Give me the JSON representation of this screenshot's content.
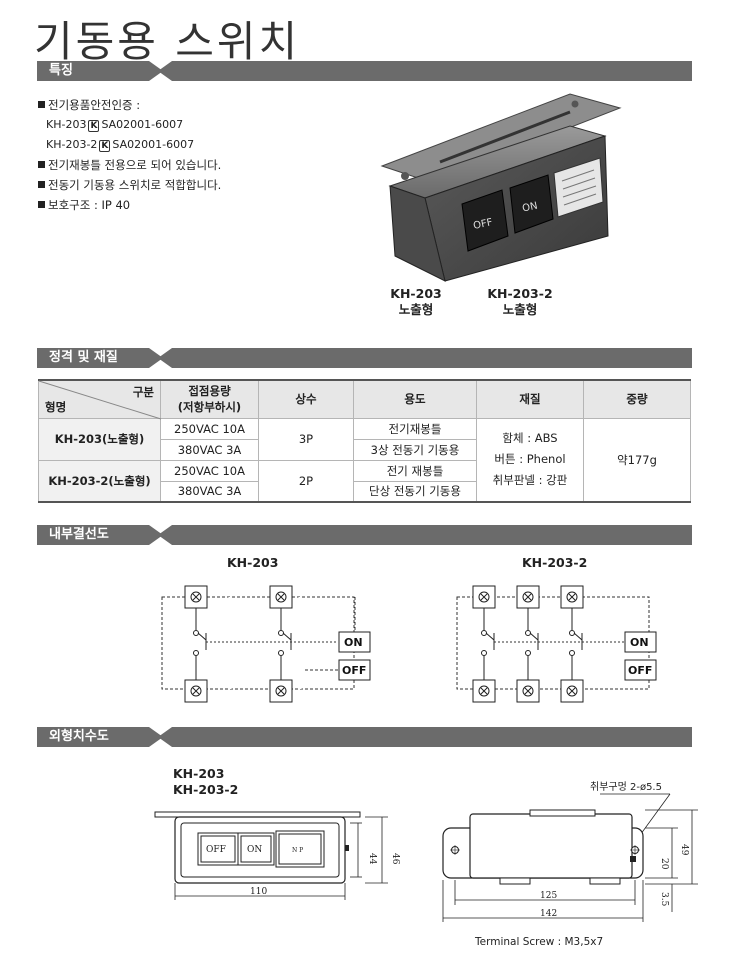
{
  "page_title": "기동용 스위치",
  "sections": {
    "features": "특징",
    "ratings": "정격 및 재질",
    "wiring": "내부결선도",
    "dimensions": "외형치수도"
  },
  "features": {
    "cert_label": "전기용품안전인증 :",
    "cert_lines": [
      {
        "model": "KH-203",
        "mark": "K",
        "code": "SA02001-6007"
      },
      {
        "model": "KH-203-2",
        "mark": "K",
        "code": "SA02001-6007"
      }
    ],
    "items": [
      "전기재봉틀 전용으로 되어 있습니다.",
      "전동기 기동용 스위치로 적합합니다.",
      "보호구조 : IP 40"
    ]
  },
  "product": {
    "off_label": "OFF",
    "on_label": "ON",
    "captions": [
      {
        "model": "KH-203",
        "type": "노출형"
      },
      {
        "model": "KH-203-2",
        "type": "노출형"
      }
    ]
  },
  "spec_table": {
    "header_corner_top": "구분",
    "header_corner_bottom": "형명",
    "headers": [
      "접점용량\n(저항부하시)",
      "상수",
      "용도",
      "재질",
      "중량"
    ],
    "header_capacity_line1": "접점용량",
    "header_capacity_line2": "(저항부하시)",
    "rows": [
      {
        "model": "KH-203(노출형)",
        "capacity": [
          "250VAC 10A",
          "380VAC 3A"
        ],
        "phase": "3P",
        "usage": [
          "전기재봉틀",
          "3상 전동기 기동용"
        ]
      },
      {
        "model": "KH-203-2(노출형)",
        "capacity": [
          "250VAC 10A",
          "380VAC 3A"
        ],
        "phase": "2P",
        "usage": [
          "전기 재봉틀",
          "단상 전동기 기동용"
        ]
      }
    ],
    "material": [
      "함체 : ABS",
      "버튼 : Phenol",
      "취부판넬 : 강판"
    ],
    "weight": "약177g"
  },
  "wiring": {
    "left_title": "KH-203",
    "right_title": "KH-203-2",
    "on_label": "ON",
    "off_label": "OFF"
  },
  "dimensions": {
    "models": [
      "KH-203",
      "KH-203-2"
    ],
    "front": {
      "width": "110",
      "inner_height": "44",
      "outer_height": "46",
      "off": "OFF",
      "on": "ON",
      "np": "N P"
    },
    "side": {
      "hole_note": "취부구멍 2-ø5.5",
      "inner_length": "125",
      "outer_length": "142",
      "h20": "20",
      "h49": "49",
      "h35": "3.5"
    },
    "terminal_note": "Terminal Screw : M3,5x7"
  },
  "colors": {
    "section_bar": "#6b6b6b",
    "table_header": "#e7e7e7",
    "dashed_line": "#333333"
  }
}
